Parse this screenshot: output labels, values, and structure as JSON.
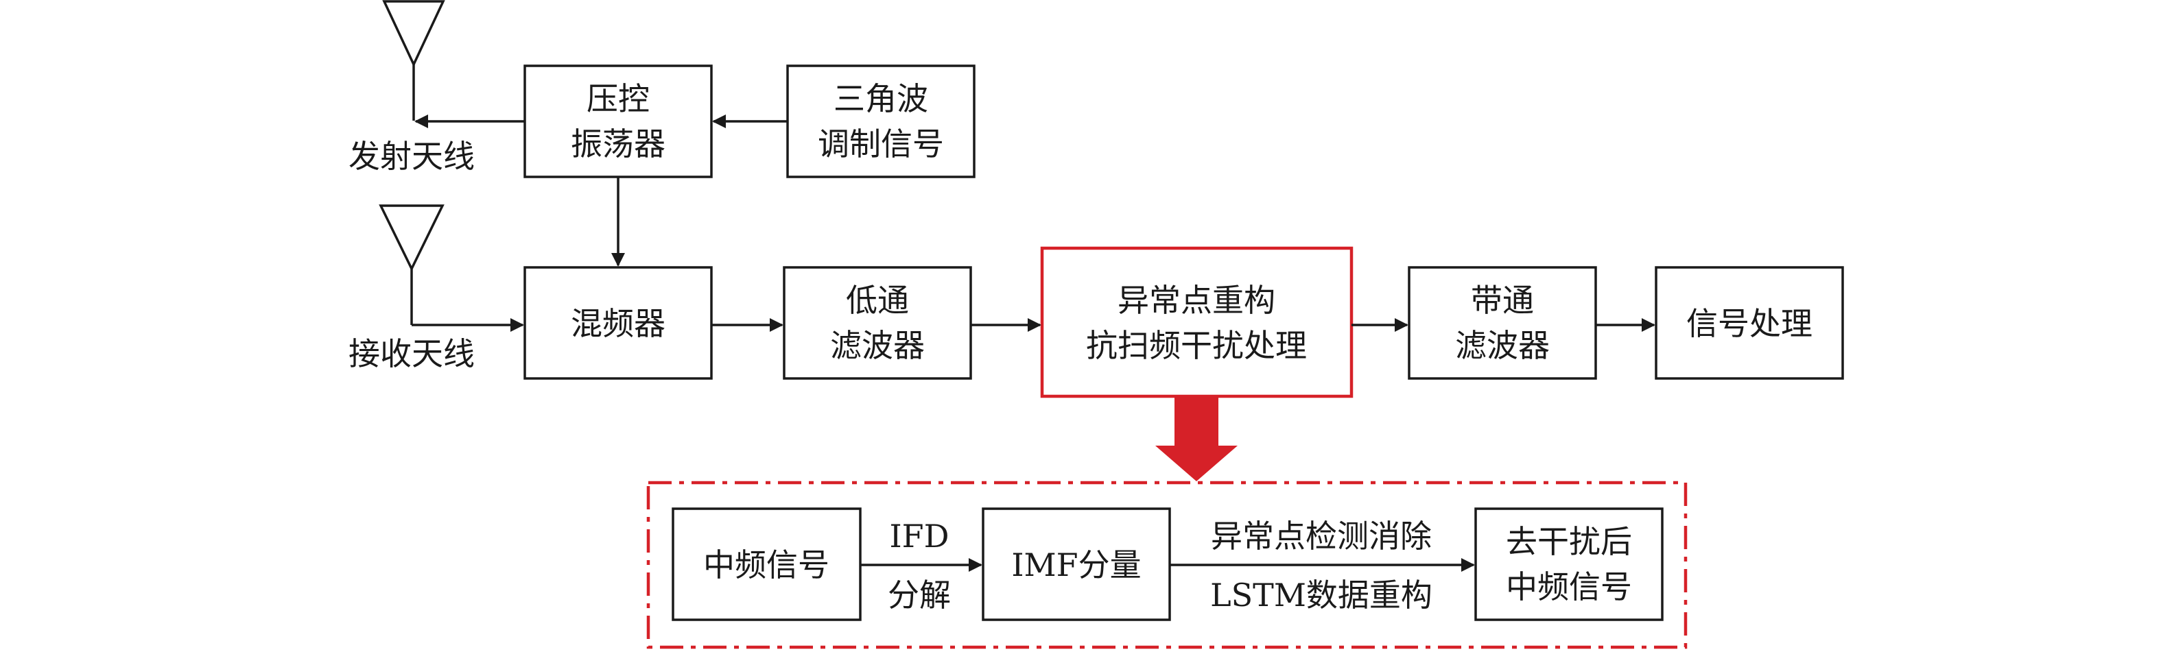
{
  "colors": {
    "ink": "#1a1a1a",
    "accent_red": "#d62128"
  },
  "antennas": {
    "transmit": {
      "label": "发射天线"
    },
    "receive": {
      "label": "接收天线"
    }
  },
  "blocks": {
    "vco": {
      "lines": [
        "压控",
        "振荡器"
      ]
    },
    "triangle": {
      "lines": [
        "三角波",
        "调制信号"
      ]
    },
    "mixer": {
      "lines": [
        "混频器"
      ]
    },
    "lpf": {
      "lines": [
        "低通",
        "滤波器"
      ]
    },
    "anti_jam": {
      "lines": [
        "异常点重构",
        "抗扫频干扰处理"
      ]
    },
    "bpf": {
      "lines": [
        "带通",
        "滤波器"
      ]
    },
    "signal_proc": {
      "lines": [
        "信号处理"
      ]
    }
  },
  "detail": {
    "if_signal": {
      "lines": [
        "中频信号"
      ]
    },
    "imf": {
      "lines": [
        "IMF分量"
      ]
    },
    "clean_if": {
      "lines": [
        "去干扰后",
        "中频信号"
      ]
    },
    "ifd_label": {
      "lines": [
        "IFD",
        "分解"
      ]
    },
    "detect_label": "异常点检测消除",
    "lstm_label": "LSTM数据重构"
  }
}
